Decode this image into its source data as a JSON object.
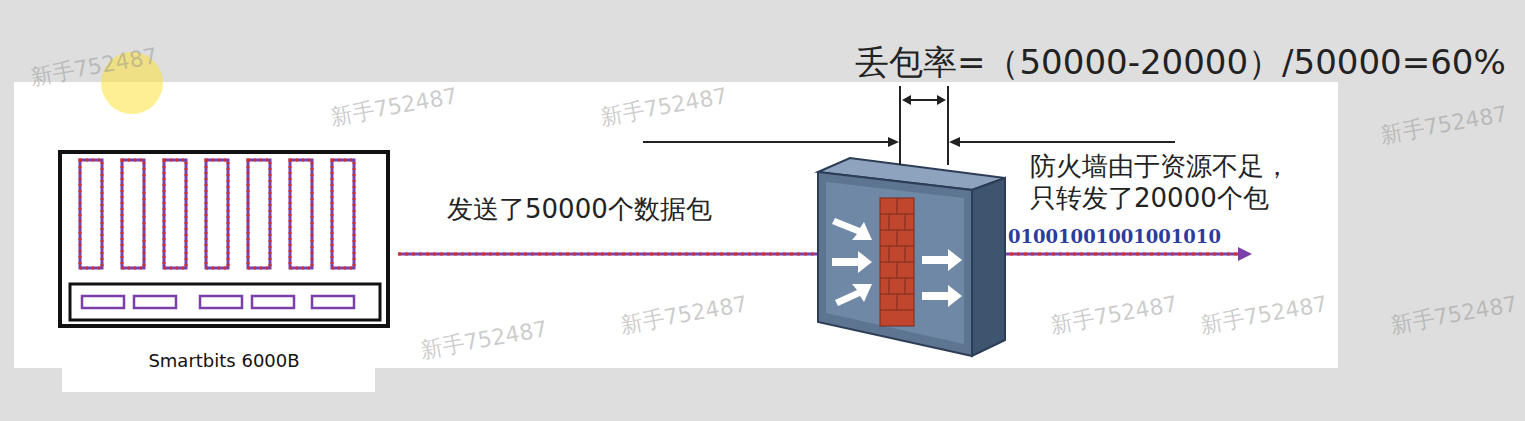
{
  "diagram": {
    "nodes": [
      {
        "text": [
          "Smartbits 6000B"
        ]
      }
    ],
    "labels": [
      "丢包率=（50000-20000）/50000=60%",
      "发送了50000个数据包",
      "防火墙由于资源不足， 只转发了20000个包",
      "01001001001001010",
      "新手752487",
      "新手752487",
      "新手752487",
      "新手752487",
      "新手752487",
      "新手752487",
      "新手752487",
      "新手752487",
      "新手752487"
    ]
  }
}
